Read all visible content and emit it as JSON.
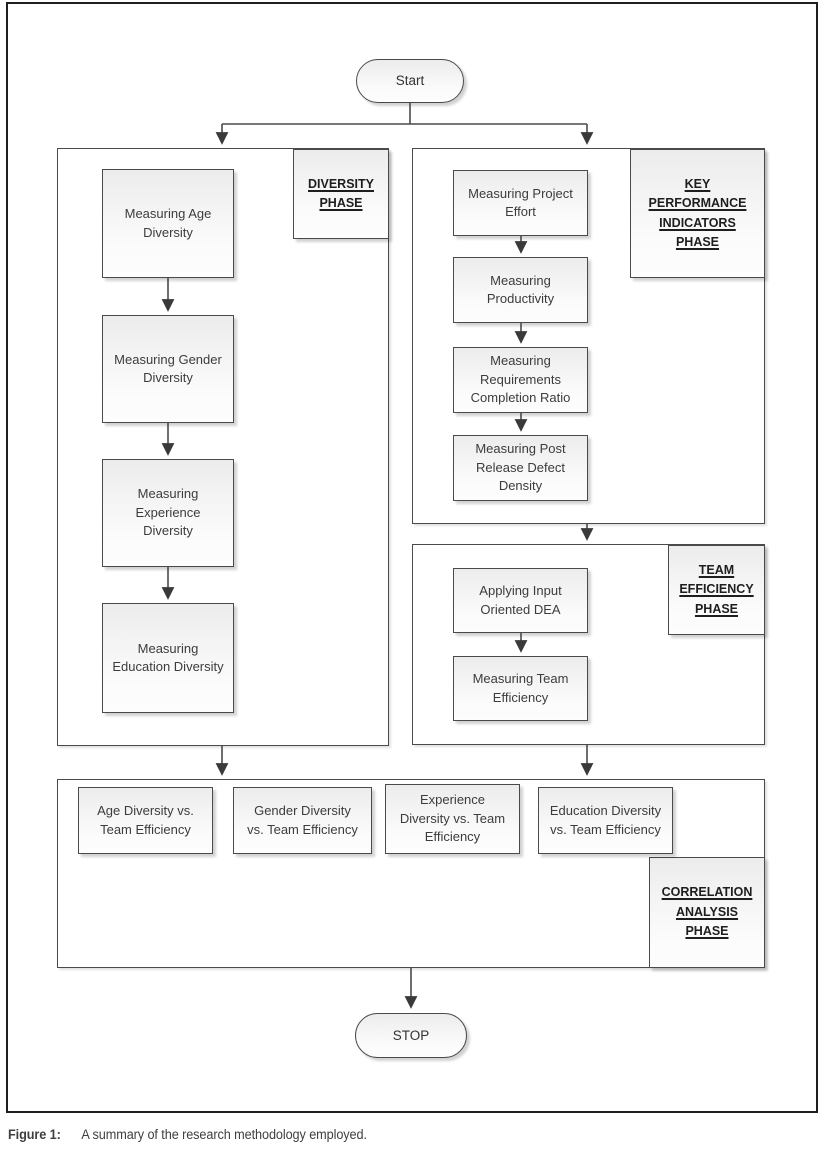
{
  "diagram": {
    "start_label": "Start",
    "stop_label": "STOP",
    "diversity_phase": {
      "label": "DIVERSITY\nPHASE",
      "steps": [
        "Measuring Age\nDiversity",
        "Measuring Gender\nDiversity",
        "Measuring\nExperience\nDiversity",
        "Measuring\nEducation Diversity"
      ]
    },
    "kpi_phase": {
      "label": "KEY\nPERFORMANCE\nINDICATORS\nPHASE",
      "steps": [
        "Measuring Project\nEffort",
        "Measuring\nProductivity",
        "Measuring\nRequirements\nCompletion Ratio",
        "Measuring Post\nRelease Defect\nDensity"
      ]
    },
    "team_efficiency_phase": {
      "label": "TEAM\nEFFICIENCY\nPHASE",
      "steps": [
        "Applying Input\nOriented DEA",
        "Measuring Team\nEfficiency"
      ]
    },
    "correlation_phase": {
      "label": "CORRELATION\nANALYSIS\nPHASE",
      "steps": [
        "Age Diversity vs.\nTeam Efficiency",
        "Gender Diversity\nvs. Team Efficiency",
        "Experience\nDiversity vs. Team\nEfficiency",
        "Education Diversity\nvs. Team Efficiency"
      ]
    }
  },
  "caption": {
    "label": "Figure 1:",
    "text": "A summary of the research methodology employed."
  },
  "colors": {
    "border": "#4a4a4a",
    "arrow": "#3a3a3a",
    "text": "#3c3c3c",
    "frame": "#1f1f1f"
  }
}
